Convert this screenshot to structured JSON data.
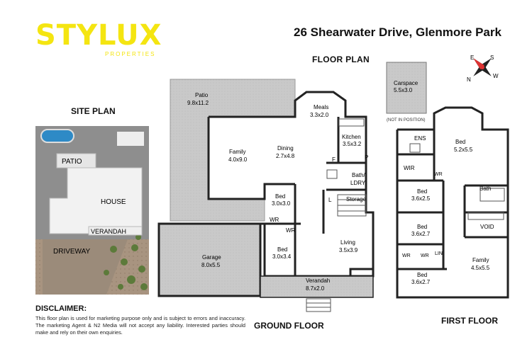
{
  "brand": {
    "name": "STYLUX",
    "sub": "PROPERTIES"
  },
  "address": "26 Shearwater Drive, Glenmore Park",
  "titles": {
    "floor_plan": "FLOOR PLAN",
    "site_plan": "SITE PLAN",
    "ground_floor": "GROUND FLOOR",
    "first_floor": "FIRST FLOOR"
  },
  "disclaimer": {
    "title": "DISCLAIMER:",
    "text": "This floor plan is used for marketing purpose only and is subject to errors and inaccuracy. The marketing Agent & N2 Media will not accept any liability. Interested parties should make and rely on their own enquiries."
  },
  "site_plan": {
    "patio": "PATIO",
    "house": "HOUSE",
    "verandah": "VERANDAH",
    "driveway": "DRIVEWAY"
  },
  "compass": {
    "n": "N",
    "e": "E",
    "s": "S",
    "w": "W"
  },
  "carspace": {
    "name": "Carspace",
    "dims": "5.5x3.0",
    "note": "(NOT IN POSITION)"
  },
  "ground_rooms": {
    "patio": {
      "name": "Patio",
      "dims": "9.8x11.2"
    },
    "meals": {
      "name": "Meals",
      "dims": "3.3x2.0"
    },
    "family": {
      "name": "Family",
      "dims": "4.0x9.0"
    },
    "dining": {
      "name": "Dining",
      "dims": "2.7x4.8"
    },
    "kitchen": {
      "name": "Kitchen",
      "dims": "3.5x3.2"
    },
    "f": "F",
    "p": "P",
    "bath_ldry": "Bath/\nLDRY",
    "bed1": {
      "name": "Bed",
      "dims": "3.0x3.0"
    },
    "l": "L",
    "storage": "Storage",
    "wr1": "WR",
    "wr2": "WR",
    "garage": {
      "name": "Garage",
      "dims": "8.0x5.5"
    },
    "bed2": {
      "name": "Bed",
      "dims": "3.0x3.4"
    },
    "living": {
      "name": "Living",
      "dims": "3.5x3.9"
    },
    "verandah": {
      "name": "Verandah",
      "dims": "8.7x2.0"
    }
  },
  "first_rooms": {
    "ens": "ENS",
    "wir": "WIR",
    "wr": "WR",
    "bed_main": {
      "name": "Bed",
      "dims": "5.2x5.5"
    },
    "bed_a": {
      "name": "Bed",
      "dims": "3.6x2.5"
    },
    "bath": "Bath",
    "bed_b": {
      "name": "Bed",
      "dims": "3.6x2.7"
    },
    "void": "VOID",
    "wr_a": "WR",
    "wr_b": "WR",
    "lin": "LIN",
    "family": {
      "name": "Family",
      "dims": "4.5x5.5"
    },
    "bed_c": {
      "name": "Bed",
      "dims": "3.6x2.7"
    }
  }
}
